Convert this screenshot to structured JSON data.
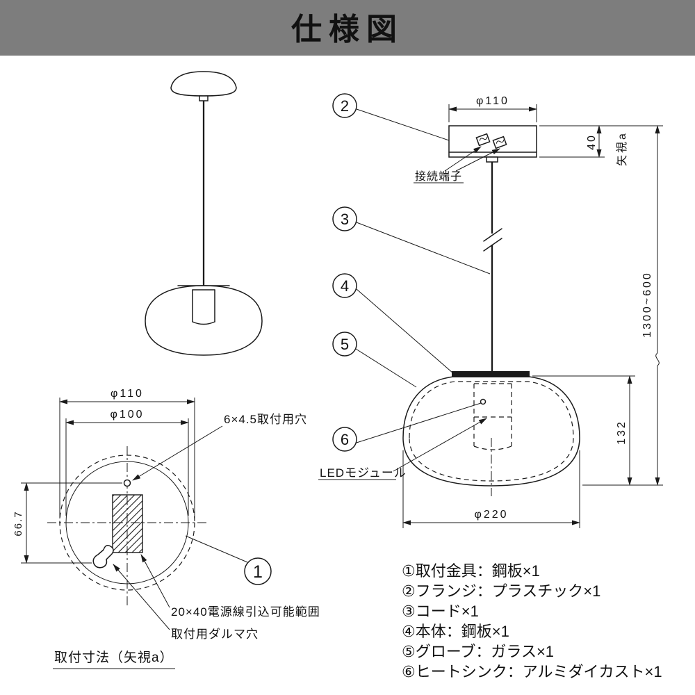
{
  "header": {
    "title": "仕様図"
  },
  "colors": {
    "header_bg": "#7d7d7d",
    "header_text": "#ffffff",
    "line": "#1a1a1a"
  },
  "detail_view": {
    "callouts": [
      "2",
      "3",
      "4",
      "5",
      "6"
    ],
    "flange_diameter": "φ110",
    "flange_height": "40",
    "arrow_view": "矢視a",
    "terminal_label": "接続端子",
    "overall_length": "1300~600",
    "body_height": "132",
    "body_diameter": "φ220",
    "led_label": "LEDモジュール"
  },
  "mount_view": {
    "callout": "1",
    "outer_diameter": "φ110",
    "plate_diameter": "φ100",
    "hole_offset": "66.7",
    "hole_label": "6×4.5取付用穴",
    "power_area_label": "20×40電源線引込可能範囲",
    "dharma_label": "取付用ダルマ穴",
    "caption": "取付寸法（矢視a）"
  },
  "parts_list": {
    "items": [
      "①取付金具：鋼板×1",
      "②フランジ：プラスチック×1",
      "③コード×1",
      "④本体：鋼板×1",
      "⑤グローブ：ガラス×1",
      "⑥ヒートシンク：アルミダイカスト×1"
    ]
  }
}
